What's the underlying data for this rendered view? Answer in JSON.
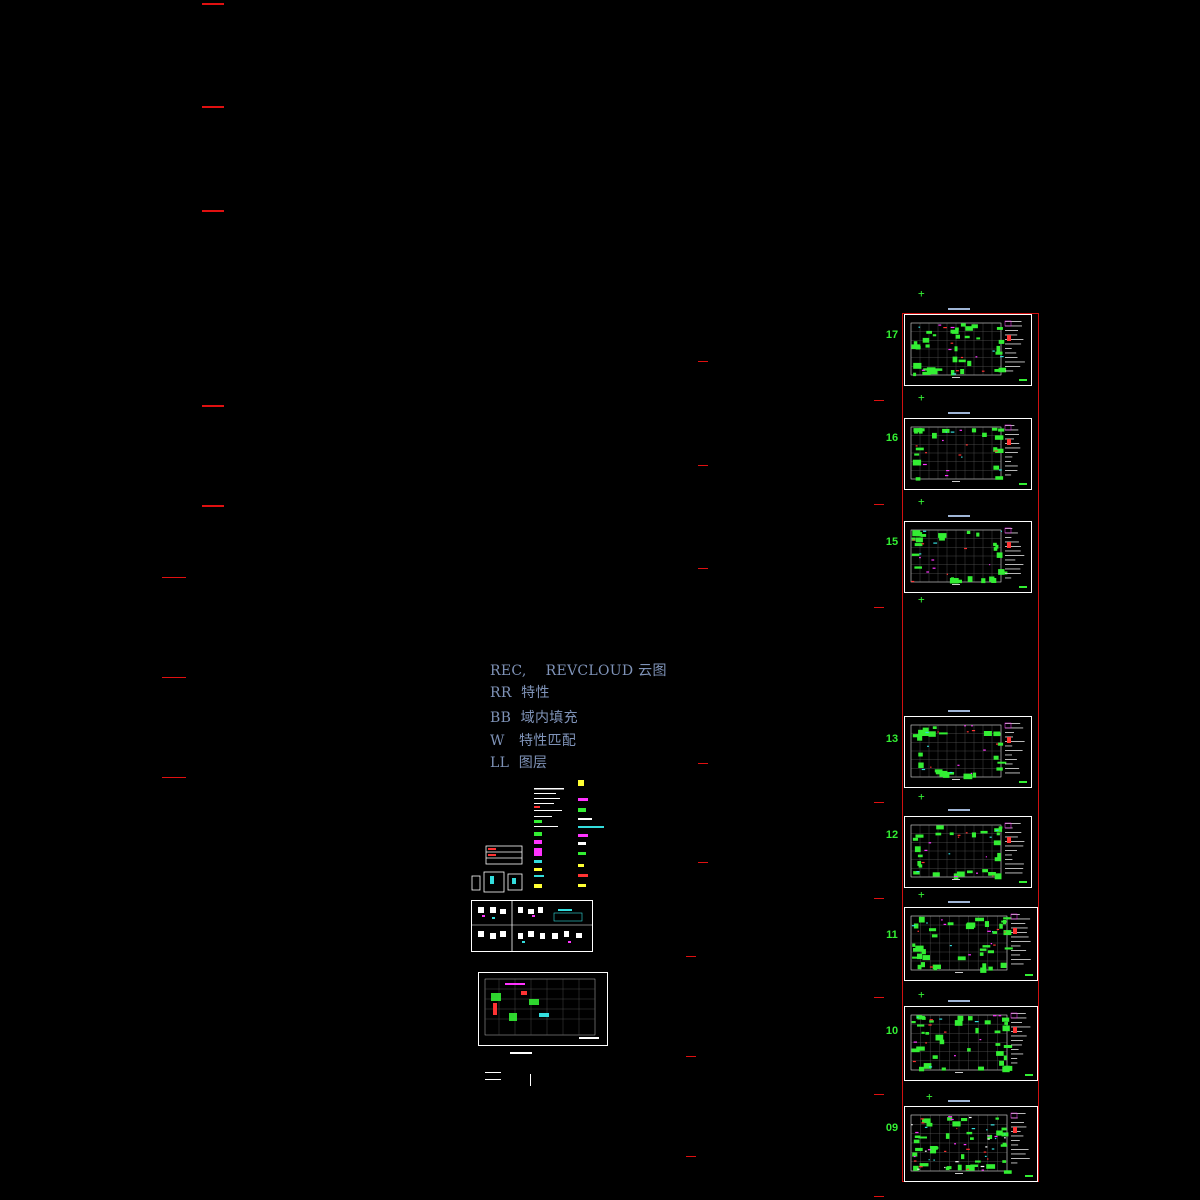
{
  "canvas": {
    "background": "#000000",
    "accent_green": "#33ee33",
    "accent_red": "#e01010",
    "text_blue": "#7f93b8"
  },
  "command_notes": [
    "REC,    REVCLOUD 云图",
    "RR  特性",
    "BB  域内填充",
    "W   特性匹配",
    "LL  图层"
  ],
  "sheets": [
    {
      "number": "17"
    },
    {
      "number": "16"
    },
    {
      "number": "15"
    },
    {
      "number": "13"
    },
    {
      "number": "12"
    },
    {
      "number": "11"
    },
    {
      "number": "10"
    },
    {
      "number": "09"
    }
  ]
}
